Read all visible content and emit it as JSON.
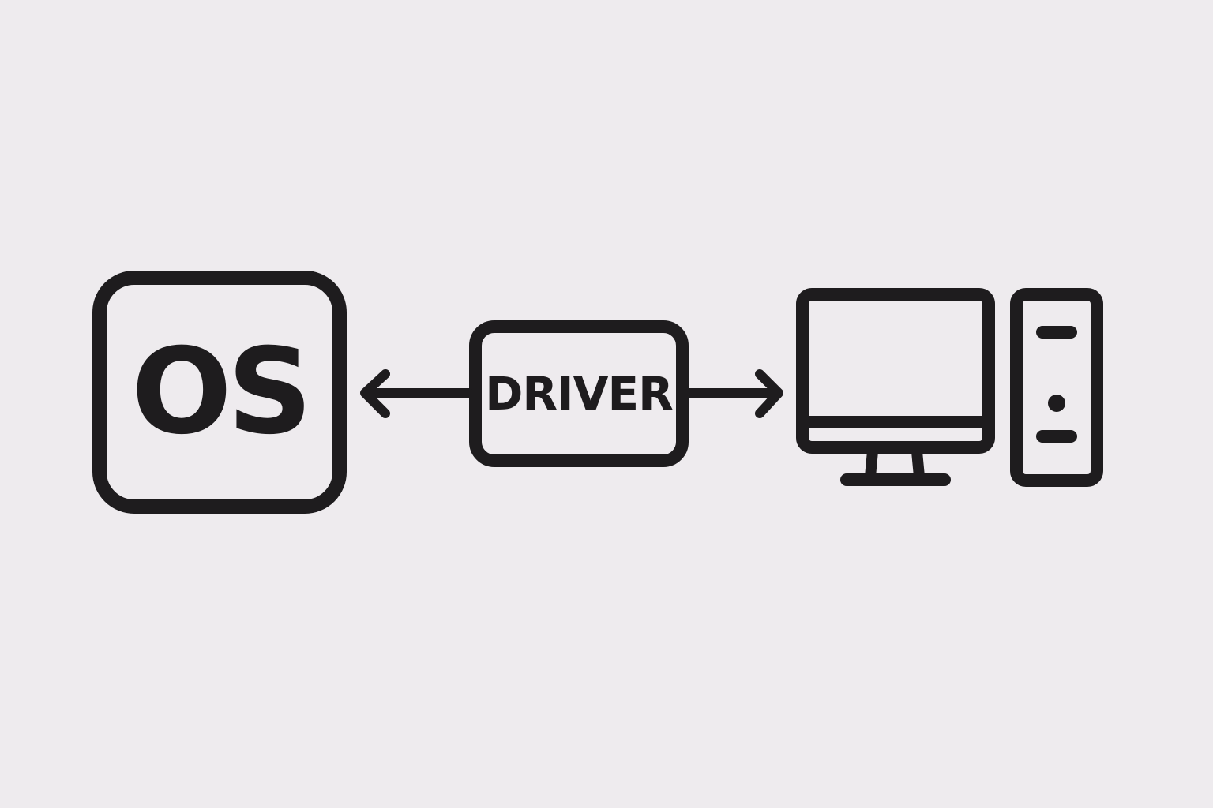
{
  "nodes": {
    "os": {
      "label": "OS"
    },
    "driver": {
      "label": "DRIVER"
    },
    "hardware": {
      "icon": "desktop-computer-icon"
    }
  },
  "connections": [
    {
      "from": "driver",
      "to": "os",
      "direction": "left"
    },
    {
      "from": "driver",
      "to": "hardware",
      "direction": "right"
    }
  ],
  "colors": {
    "background": "#eeebee",
    "stroke": "#1e1c1e",
    "fill": "#eeebee"
  }
}
